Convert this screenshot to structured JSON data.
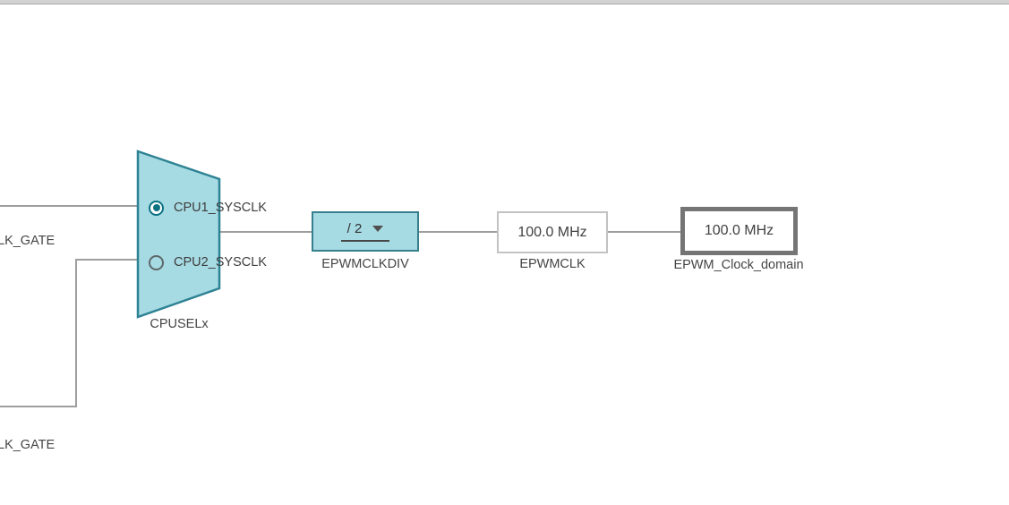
{
  "diagram": {
    "sources": [
      {
        "label": "LK_GATE"
      },
      {
        "label": "LK_GATE"
      }
    ],
    "mux": {
      "label": "CPUSELx",
      "options": [
        {
          "label": "CPU1_SYSCLK",
          "selected": true
        },
        {
          "label": "CPU2_SYSCLK",
          "selected": false
        }
      ]
    },
    "divider": {
      "label": "EPWMCLKDIV",
      "value": "/ 2"
    },
    "clock": {
      "label": "EPWMCLK",
      "value": "100.0 MHz"
    },
    "domain": {
      "label": "EPWM_Clock_domain",
      "value": "100.0 MHz"
    },
    "colors": {
      "mux_fill": "#a7dbe3",
      "mux_border": "#2d8293",
      "teal_box_border": "#377f8c",
      "selected_radio": "#0b7282",
      "unselected_radio": "#5d686b",
      "wire": "#9e9e9e",
      "light_box_border": "#c2c2c2",
      "domain_box_border": "#757575",
      "text": "#3d3d3d",
      "topbar": "#d2d2d2"
    }
  }
}
